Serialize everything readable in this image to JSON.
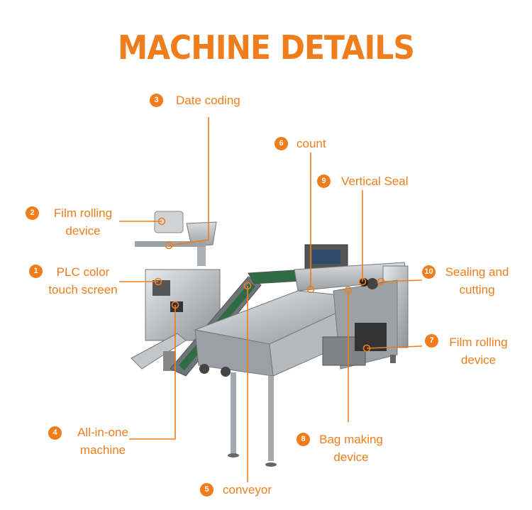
{
  "title": "MACHINE DETAILS",
  "accent_color": "#f07d1b",
  "callouts": [
    {
      "number": "1",
      "label_lines": [
        "PLC color",
        "touch screen"
      ]
    },
    {
      "number": "2",
      "label_lines": [
        "Film rolling",
        "device"
      ]
    },
    {
      "number": "3",
      "label_lines": [
        "Date coding"
      ]
    },
    {
      "number": "4",
      "label_lines": [
        "All-in-one",
        "machine"
      ]
    },
    {
      "number": "5",
      "label_lines": [
        "conveyor"
      ]
    },
    {
      "number": "6",
      "label_lines": [
        "count"
      ]
    },
    {
      "number": "7",
      "label_lines": [
        "Film rolling",
        "device"
      ]
    },
    {
      "number": "8",
      "label_lines": [
        "Bag making",
        "device"
      ]
    },
    {
      "number": "9",
      "label_lines": [
        "Vertical Seal"
      ]
    },
    {
      "number": "10",
      "label_lines": [
        "Sealing and",
        "cutting"
      ]
    }
  ]
}
